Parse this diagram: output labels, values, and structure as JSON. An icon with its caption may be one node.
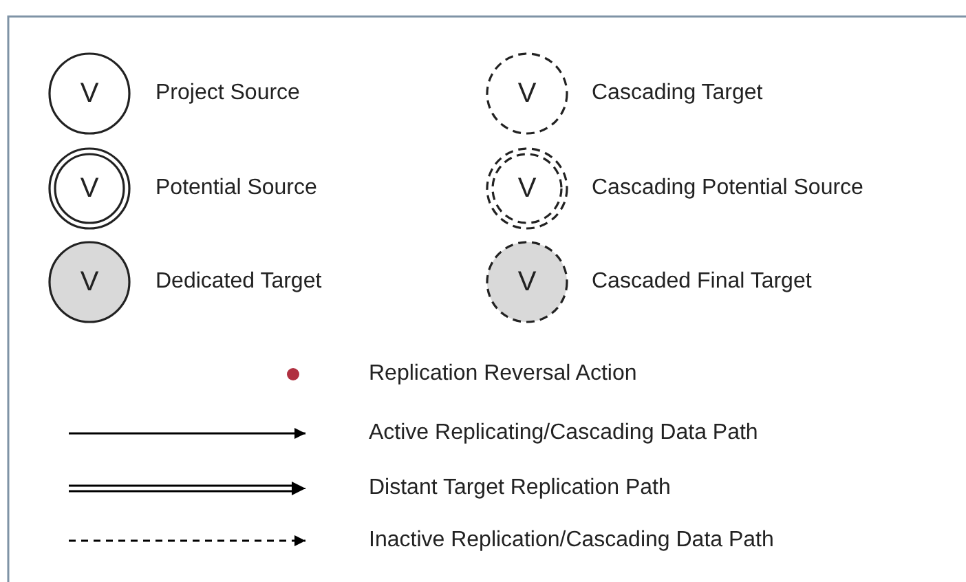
{
  "diagram": {
    "labels": [
      "V",
      "V",
      "V",
      "V",
      "V",
      "V"
    ],
    "legend": [
      {
        "text": "Project Source"
      },
      {
        "text": "Potential Source"
      },
      {
        "text": "Dedicated Target"
      },
      {
        "text": "Cascading Target"
      },
      {
        "text": "Cascading Potential Source"
      },
      {
        "text": "Cascaded Final Target"
      },
      {
        "text": "Replication Reversal Action",
        "color": "#b03040"
      },
      {
        "text": "Active Replicating/Cascading Data Path"
      },
      {
        "text": "Distant Target Replication Path"
      },
      {
        "text": "Inactive Replication/Cascading Data Path"
      }
    ]
  }
}
